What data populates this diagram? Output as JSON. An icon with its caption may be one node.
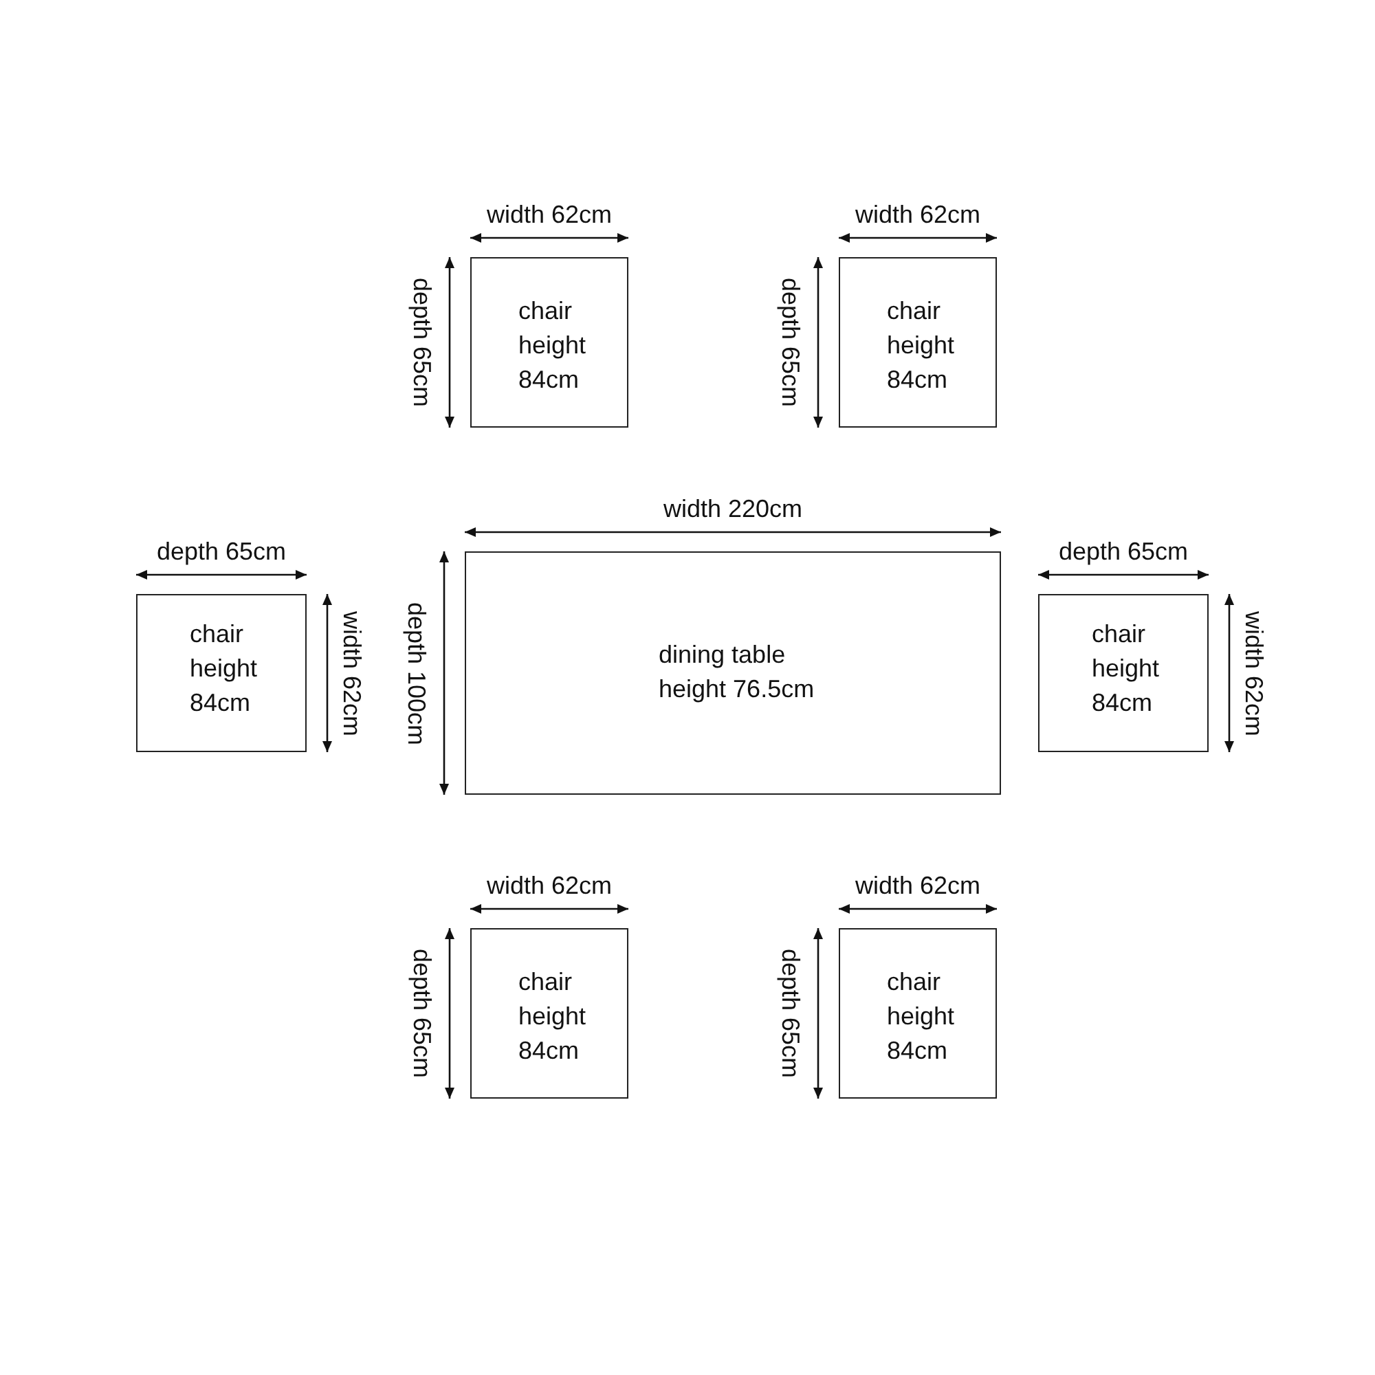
{
  "diagram": {
    "nodes": [
      {
        "text": [
          "chair height 84cm"
        ],
        "beside": [
          "width 62cm",
          "depth 65cm"
        ]
      },
      {
        "text": [
          "chair height 84cm"
        ],
        "beside": [
          "width 62cm",
          "depth 65cm"
        ]
      },
      {
        "text": [
          "chair height 84cm"
        ],
        "beside": [
          "depth 65cm",
          "width 62cm"
        ]
      },
      {
        "text": [
          "dining table height 76.5cm"
        ],
        "beside": [
          "width 220cm",
          "depth 100cm"
        ]
      },
      {
        "text": [
          "chair height 84cm"
        ],
        "beside": [
          "depth 65cm",
          "width 62cm"
        ]
      },
      {
        "text": [
          "chair height 84cm"
        ],
        "beside": [
          "width 62cm",
          "depth 65cm"
        ]
      },
      {
        "text": [
          "chair height 84cm"
        ],
        "beside": [
          "width 62cm",
          "depth 65cm"
        ]
      }
    ]
  }
}
